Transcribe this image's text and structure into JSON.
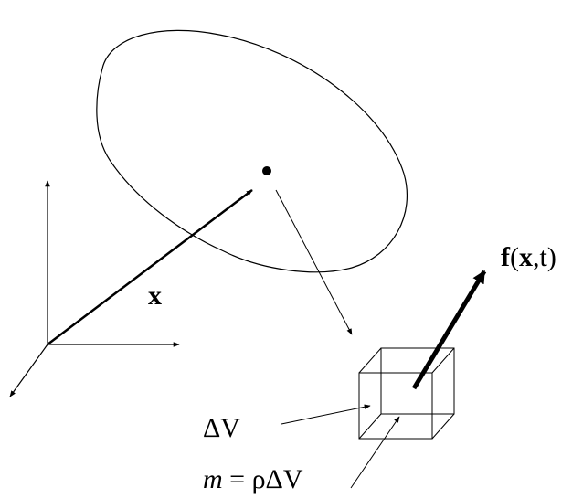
{
  "labels": {
    "position_vector": "x",
    "force_func": "f",
    "force_open": "(",
    "force_x": "x",
    "force_rest": ",t)",
    "volume": "ΔV",
    "mass_m": "m",
    "mass_rest": " = ρΔV"
  },
  "colors": {
    "stroke": "#000000",
    "background": "#ffffff"
  }
}
